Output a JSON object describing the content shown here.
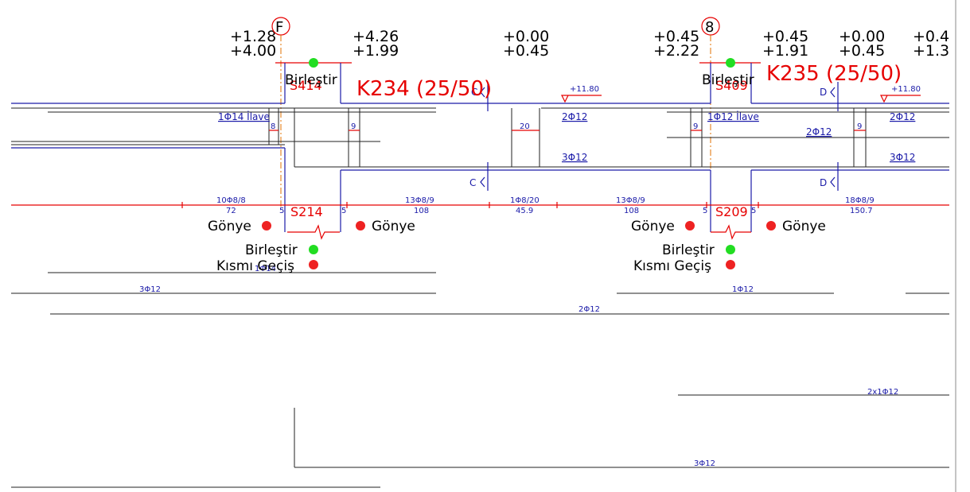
{
  "elevations": [
    {
      "top": "+1.28",
      "bottom": "+4.00"
    },
    {
      "top": "+4.26",
      "bottom": "+1.99"
    },
    {
      "top": "+0.00",
      "bottom": "+0.45"
    },
    {
      "top": "+0.45",
      "bottom": "+2.22"
    },
    {
      "top": "+0.45",
      "bottom": "+1.91"
    },
    {
      "top": "+0.00",
      "bottom": "+0.45"
    },
    {
      "top": "+0.4",
      "bottom": "+1.3"
    }
  ],
  "axes": {
    "left": "F",
    "right": "8"
  },
  "beams": {
    "left": "K234 (25/50)",
    "right": "K235 (25/50)"
  },
  "columns": {
    "left_top": "S414",
    "left_bottom": "S214",
    "right_top": "S409",
    "right_bottom": "S209"
  },
  "markers": {
    "birlestir": "Birleştir",
    "gonye": "Gönye",
    "kismi_gecis": "Kısmı Geçiş"
  },
  "level_marks": {
    "left": "+11.80",
    "right": "+11.80"
  },
  "section_marks": {
    "c1": "C",
    "c2": "C",
    "d1": "D",
    "d2": "D"
  },
  "rebar": {
    "left_extra": "1Φ14 İlave",
    "right_extra": "1Φ12 İlave",
    "top_mid_1": "2Φ12",
    "top_mid_2": "2Φ12",
    "top_right": "2Φ12",
    "bottom_mid": "3Φ12",
    "bottom_right": "3Φ12",
    "dim_8": "8",
    "dim_9a": "9",
    "dim_20": "20",
    "dim_9b": "9",
    "dim_9c": "9",
    "lower_3phi12": "3Φ12",
    "lower_1phi12": "1Φ12",
    "lower_2phi12": "2Φ12",
    "lower_2x1phi12": "2x1Φ12",
    "lower_3phi12_b": "3Φ12",
    "covered": "1Φ14"
  },
  "stirrups": [
    {
      "spec": "10Φ8/8",
      "len": "72"
    },
    {
      "spec": "13Φ8/9",
      "len": "108"
    },
    {
      "spec": "1Φ8/20",
      "len": "45.9"
    },
    {
      "spec": "13Φ8/9",
      "len": "108"
    },
    {
      "spec": "18Φ8/9",
      "len": "150.7"
    }
  ],
  "offsets": {
    "a": "5",
    "b": "5",
    "c": "5",
    "d": "5"
  },
  "colors": {
    "beam": "#1a1aa8",
    "annotation": "#e60000",
    "ok": "#22dd22",
    "err": "#ee2222"
  }
}
